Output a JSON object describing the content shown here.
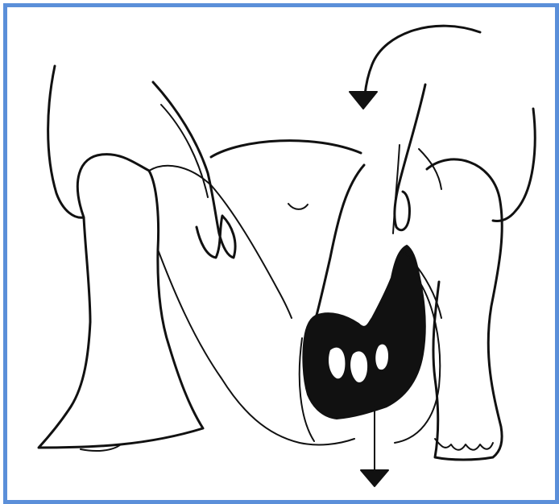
{
  "figure": {
    "frame_color": "#5b8fd9",
    "ink_color": "#111111",
    "background": "#ffffff",
    "parts": [
      "body-outline",
      "left-leg",
      "right-leg",
      "left-hand",
      "right-hand",
      "belly-navel",
      "fetus-silhouette",
      "rotation-arrow",
      "downward-arrow"
    ]
  }
}
